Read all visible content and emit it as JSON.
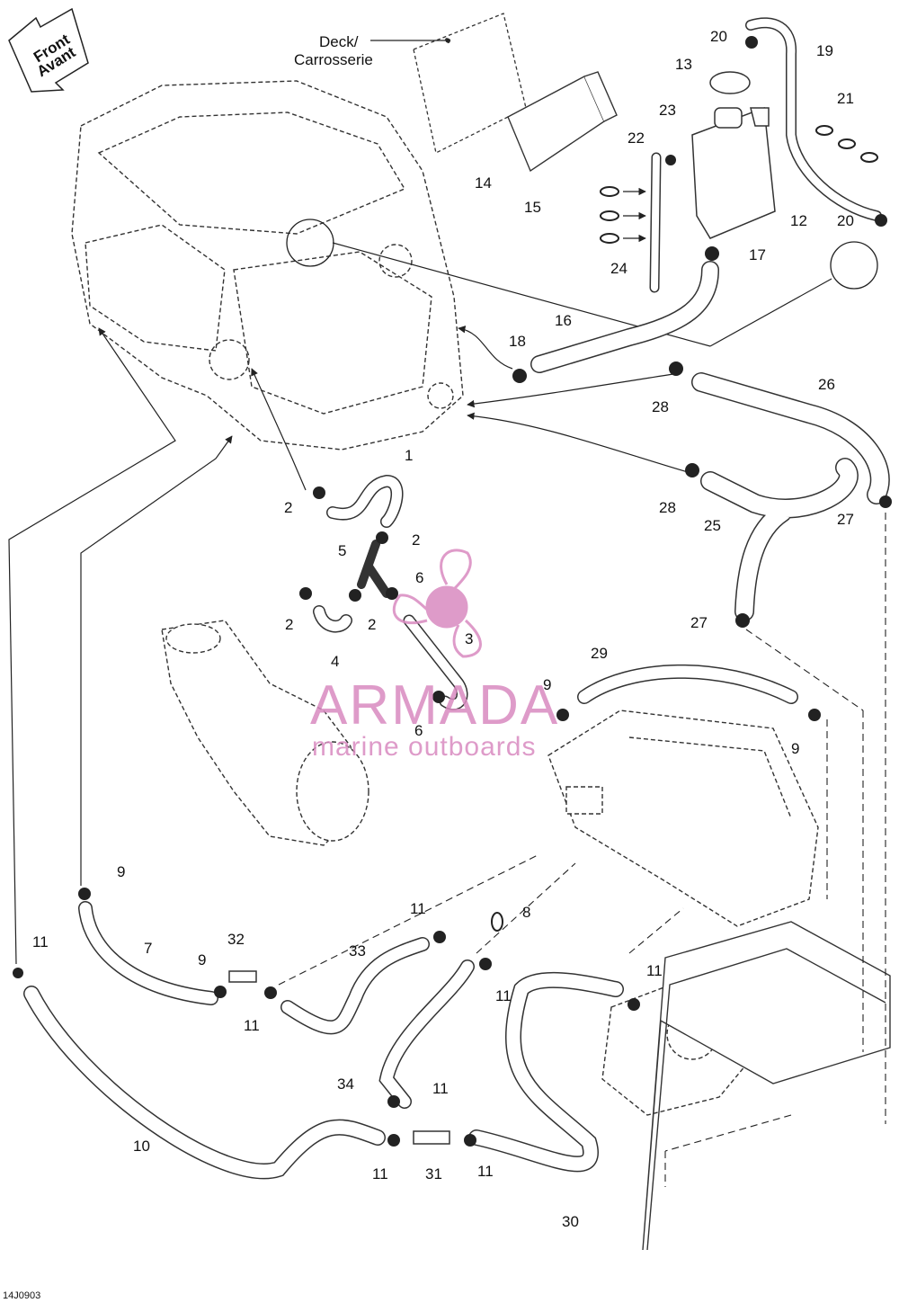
{
  "diagram": {
    "front_arrow": [
      "Front",
      "Avant"
    ],
    "deck_label": [
      "Deck/",
      "Carrosserie"
    ],
    "drawing_code": "14J0903",
    "part_numbers": [
      "1",
      "2",
      "2",
      "2",
      "2",
      "3",
      "4",
      "5",
      "6",
      "6",
      "7",
      "8",
      "9",
      "9",
      "9",
      "9",
      "10",
      "11",
      "11",
      "11",
      "11",
      "11",
      "11",
      "11",
      "11",
      "12",
      "14",
      "15",
      "16",
      "17",
      "18",
      "19",
      "20",
      "20",
      "21",
      "22",
      "23",
      "24",
      "25",
      "26",
      "27",
      "27",
      "28",
      "28",
      "29",
      "30",
      "31",
      "32",
      "33",
      "34",
      "13"
    ]
  },
  "watermark": {
    "title": "ARMADA",
    "subtitle": "marine outboards",
    "color": "#d98ac0"
  }
}
